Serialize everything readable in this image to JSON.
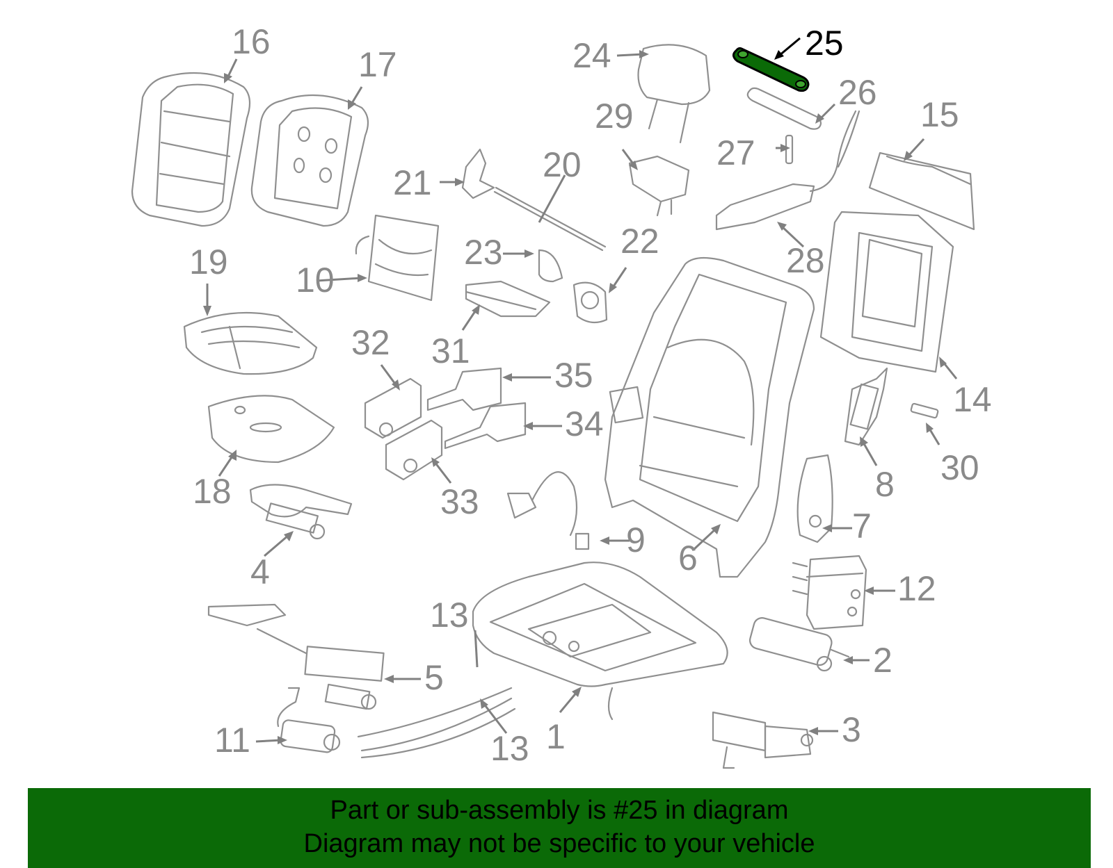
{
  "highlight": {
    "part_number": "25",
    "color": "#0b6a07"
  },
  "callouts": [
    {
      "id": "1",
      "text": "1"
    },
    {
      "id": "2",
      "text": "2"
    },
    {
      "id": "3",
      "text": "3"
    },
    {
      "id": "4",
      "text": "4"
    },
    {
      "id": "5",
      "text": "5"
    },
    {
      "id": "6",
      "text": "6"
    },
    {
      "id": "7",
      "text": "7"
    },
    {
      "id": "8",
      "text": "8"
    },
    {
      "id": "9",
      "text": "9"
    },
    {
      "id": "10",
      "text": "10"
    },
    {
      "id": "11",
      "text": "11"
    },
    {
      "id": "12",
      "text": "12"
    },
    {
      "id": "13a",
      "text": "13"
    },
    {
      "id": "13b",
      "text": "13"
    },
    {
      "id": "14",
      "text": "14"
    },
    {
      "id": "15",
      "text": "15"
    },
    {
      "id": "16",
      "text": "16"
    },
    {
      "id": "17",
      "text": "17"
    },
    {
      "id": "18",
      "text": "18"
    },
    {
      "id": "19",
      "text": "19"
    },
    {
      "id": "20",
      "text": "20"
    },
    {
      "id": "21",
      "text": "21"
    },
    {
      "id": "22",
      "text": "22"
    },
    {
      "id": "23",
      "text": "23"
    },
    {
      "id": "24",
      "text": "24"
    },
    {
      "id": "25",
      "text": "25"
    },
    {
      "id": "26",
      "text": "26"
    },
    {
      "id": "27",
      "text": "27"
    },
    {
      "id": "28",
      "text": "28"
    },
    {
      "id": "29",
      "text": "29"
    },
    {
      "id": "30",
      "text": "30"
    },
    {
      "id": "31",
      "text": "31"
    },
    {
      "id": "32",
      "text": "32"
    },
    {
      "id": "33",
      "text": "33"
    },
    {
      "id": "34",
      "text": "34"
    },
    {
      "id": "35",
      "text": "35"
    }
  ],
  "banner": {
    "line1": "Part or sub-assembly is #25 in diagram",
    "line2": "Diagram may not be specific to your vehicle"
  }
}
